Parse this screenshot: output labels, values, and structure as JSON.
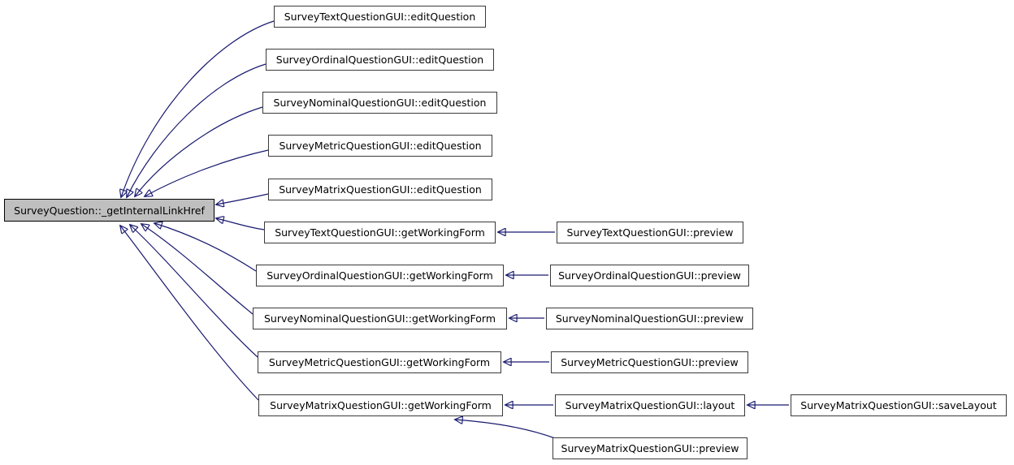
{
  "diagram": {
    "kind": "call-graph",
    "background": "#ffffff",
    "edge_color": "#191970",
    "node_fill": "#ffffff",
    "node_border": "#3a3a3a",
    "highlight_fill": "#bfbfbf",
    "text_color": "#000000"
  },
  "nodes": [
    {
      "id": "central",
      "label": "SurveyQuestion::_getInternalLinkHref",
      "highlighted": true
    },
    {
      "id": "text-edit",
      "label": "SurveyTextQuestionGUI::editQuestion",
      "highlighted": false
    },
    {
      "id": "ordinal-edit",
      "label": "SurveyOrdinalQuestionGUI::editQuestion",
      "highlighted": false
    },
    {
      "id": "nominal-edit",
      "label": "SurveyNominalQuestionGUI::editQuestion",
      "highlighted": false
    },
    {
      "id": "metric-edit",
      "label": "SurveyMetricQuestionGUI::editQuestion",
      "highlighted": false
    },
    {
      "id": "matrix-edit",
      "label": "SurveyMatrixQuestionGUI::editQuestion",
      "highlighted": false
    },
    {
      "id": "text-gwf",
      "label": "SurveyTextQuestionGUI::getWorkingForm",
      "highlighted": false
    },
    {
      "id": "ordinal-gwf",
      "label": "SurveyOrdinalQuestionGUI::getWorkingForm",
      "highlighted": false
    },
    {
      "id": "nominal-gwf",
      "label": "SurveyNominalQuestionGUI::getWorkingForm",
      "highlighted": false
    },
    {
      "id": "metric-gwf",
      "label": "SurveyMetricQuestionGUI::getWorkingForm",
      "highlighted": false
    },
    {
      "id": "matrix-gwf",
      "label": "SurveyMatrixQuestionGUI::getWorkingForm",
      "highlighted": false
    },
    {
      "id": "text-preview",
      "label": "SurveyTextQuestionGUI::preview",
      "highlighted": false
    },
    {
      "id": "ordinal-preview",
      "label": "SurveyOrdinalQuestionGUI::preview",
      "highlighted": false
    },
    {
      "id": "nominal-preview",
      "label": "SurveyNominalQuestionGUI::preview",
      "highlighted": false
    },
    {
      "id": "metric-preview",
      "label": "SurveyMetricQuestionGUI::preview",
      "highlighted": false
    },
    {
      "id": "matrix-layout",
      "label": "SurveyMatrixQuestionGUI::layout",
      "highlighted": false
    },
    {
      "id": "matrix-save",
      "label": "SurveyMatrixQuestionGUI::saveLayout",
      "highlighted": false
    },
    {
      "id": "matrix-preview",
      "label": "SurveyMatrixQuestionGUI::preview",
      "highlighted": false
    }
  ],
  "edges": [
    {
      "from": "text-edit",
      "to": "central"
    },
    {
      "from": "ordinal-edit",
      "to": "central"
    },
    {
      "from": "nominal-edit",
      "to": "central"
    },
    {
      "from": "metric-edit",
      "to": "central"
    },
    {
      "from": "matrix-edit",
      "to": "central"
    },
    {
      "from": "text-gwf",
      "to": "central"
    },
    {
      "from": "ordinal-gwf",
      "to": "central"
    },
    {
      "from": "nominal-gwf",
      "to": "central"
    },
    {
      "from": "metric-gwf",
      "to": "central"
    },
    {
      "from": "matrix-gwf",
      "to": "central"
    },
    {
      "from": "text-preview",
      "to": "text-gwf"
    },
    {
      "from": "ordinal-preview",
      "to": "ordinal-gwf"
    },
    {
      "from": "nominal-preview",
      "to": "nominal-gwf"
    },
    {
      "from": "metric-preview",
      "to": "metric-gwf"
    },
    {
      "from": "matrix-layout",
      "to": "matrix-gwf"
    },
    {
      "from": "matrix-save",
      "to": "matrix-layout"
    },
    {
      "from": "matrix-preview",
      "to": "matrix-gwf"
    }
  ]
}
